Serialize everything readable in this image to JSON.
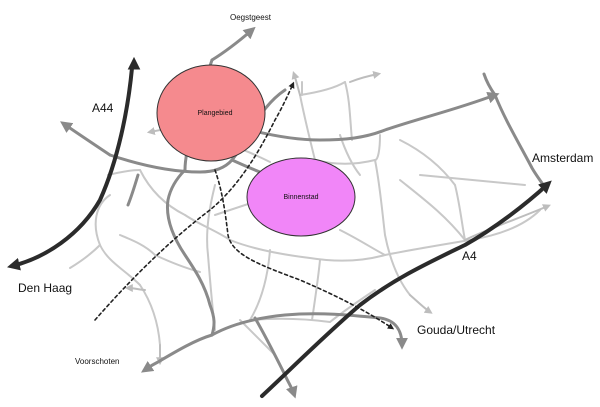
{
  "labels": {
    "oegstgeest": "Oegstgeest",
    "a44": "A44",
    "den_haag": "Den Haag",
    "voorschoten": "Voorschoten",
    "amsterdam": "Amsterdam",
    "a4": "A4",
    "gouda_utrecht": "Gouda/Utrecht",
    "plangebied": "Plangebied",
    "binnenstad": "Binnenstad"
  },
  "colors": {
    "plangebied_fill": "#f58a8e",
    "plangebied_stroke": "#333333",
    "binnenstad_fill": "#f186f8",
    "binnenstad_stroke": "#333333",
    "highway": "#2b2b2b",
    "main_road": "#8a8a8a",
    "minor_road": "#c8c8c8",
    "dashed_route": "#222222"
  }
}
